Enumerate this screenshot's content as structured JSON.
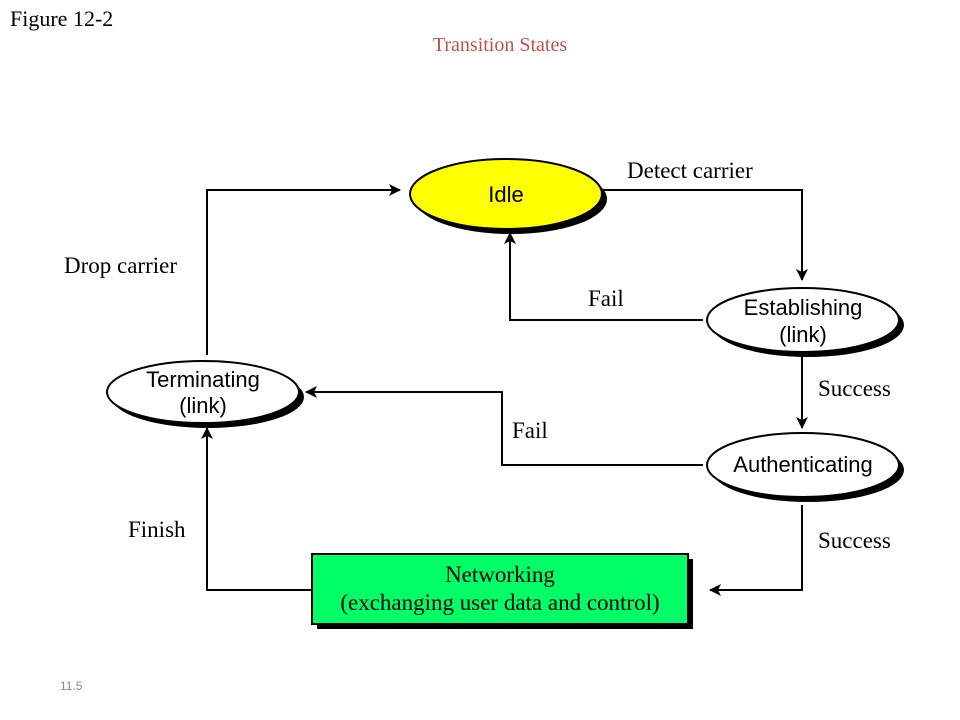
{
  "figure_label": "Figure 12-2",
  "title": "Transition States",
  "slide_number": "11.5",
  "nodes": {
    "idle": {
      "label": "Idle",
      "fill": "#ffff00"
    },
    "establishing": {
      "line1": "Establishing",
      "line2": "(link)",
      "fill": "#ffffff"
    },
    "authenticating": {
      "label": "Authenticating",
      "fill": "#ffffff"
    },
    "terminating": {
      "line1": "Terminating",
      "line2": "(link)",
      "fill": "#ffffff"
    },
    "networking": {
      "line1": "Networking",
      "line2": "(exchanging user data and control)",
      "fill": "#00ff66"
    }
  },
  "edges": {
    "detect_carrier": "Detect carrier",
    "fail_establishing": "Fail",
    "success_establishing": "Success",
    "fail_authenticating": "Fail",
    "success_authenticating": "Success",
    "finish": "Finish",
    "drop_carrier": "Drop carrier"
  }
}
